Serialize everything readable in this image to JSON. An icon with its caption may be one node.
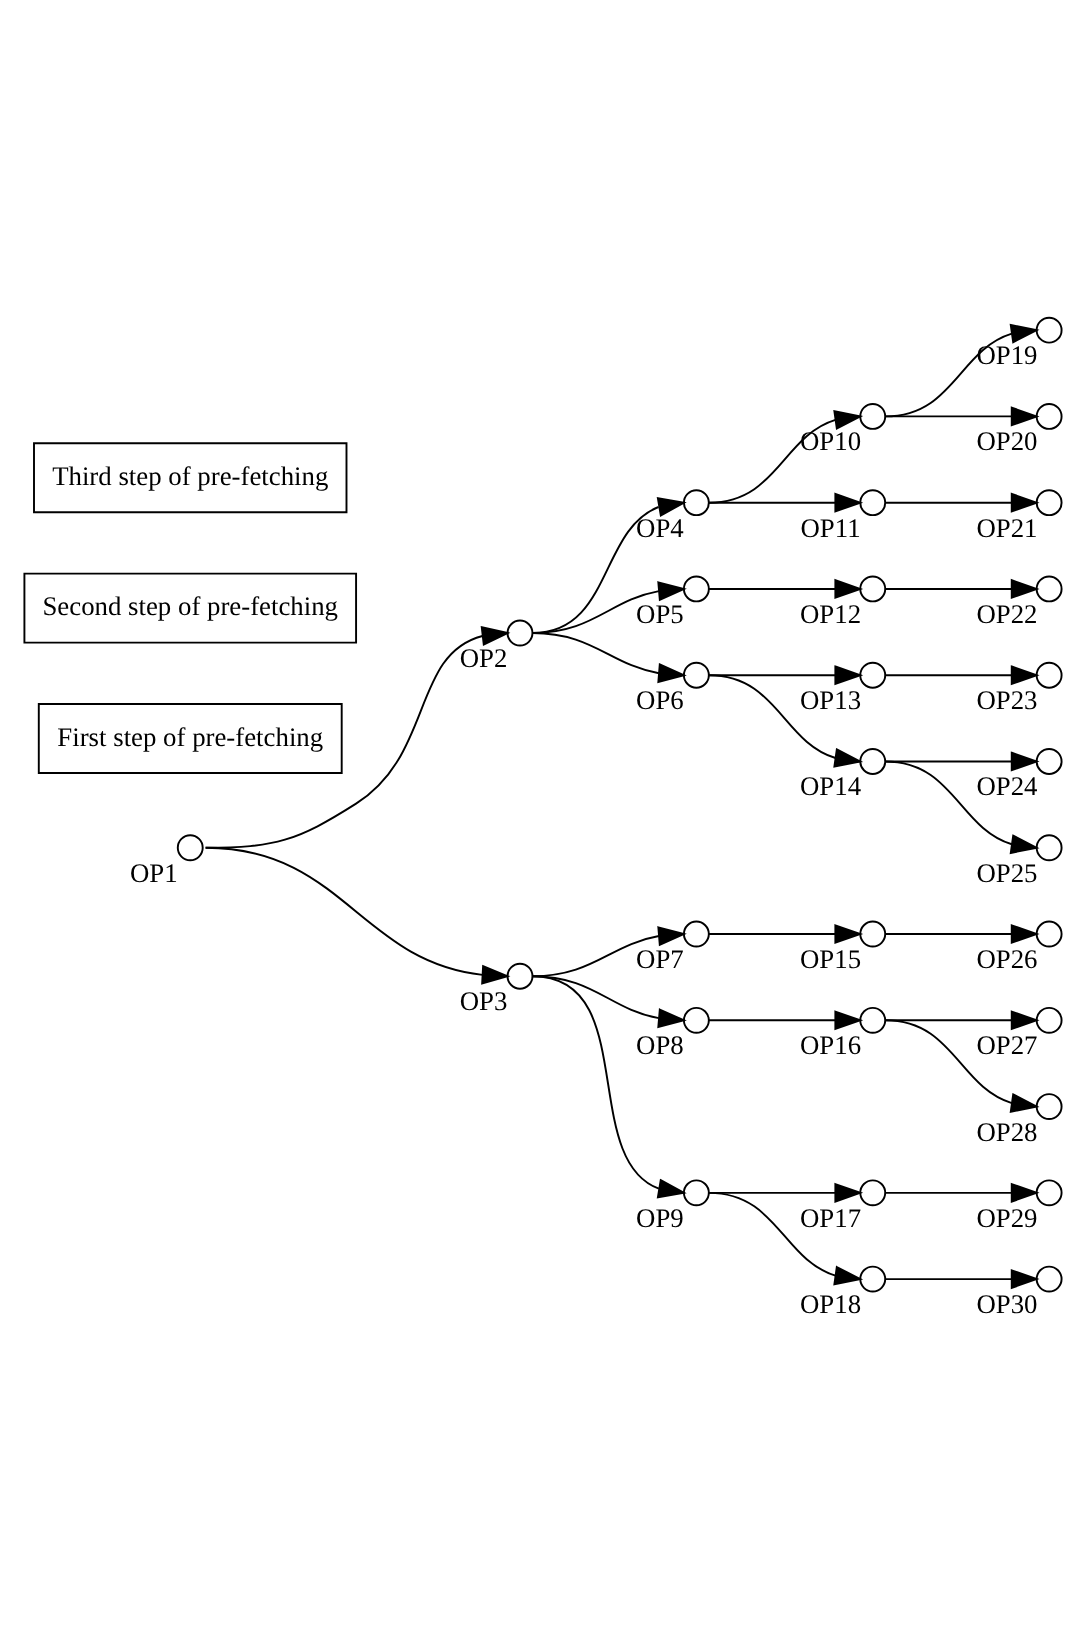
{
  "diagram": {
    "nodes": [
      {
        "text": [],
        "shape": "circle",
        "beside": [
          "OP1"
        ]
      },
      {
        "text": [],
        "shape": "circle",
        "beside": [
          "OP2"
        ]
      },
      {
        "text": [],
        "shape": "circle",
        "beside": [
          "OP3"
        ]
      },
      {
        "text": [],
        "shape": "circle",
        "beside": [
          "OP4"
        ]
      },
      {
        "text": [],
        "shape": "circle",
        "beside": [
          "OP5"
        ]
      },
      {
        "text": [],
        "shape": "circle",
        "beside": [
          "OP6"
        ]
      },
      {
        "text": [],
        "shape": "circle",
        "beside": [
          "OP7"
        ]
      },
      {
        "text": [],
        "shape": "circle",
        "beside": [
          "OP8"
        ]
      },
      {
        "text": [],
        "shape": "circle",
        "beside": [
          "OP9"
        ]
      },
      {
        "text": [],
        "shape": "circle",
        "beside": [
          "OP10"
        ]
      },
      {
        "text": [],
        "shape": "circle",
        "beside": [
          "OP11"
        ]
      },
      {
        "text": [],
        "shape": "circle",
        "beside": [
          "OP12"
        ]
      },
      {
        "text": [],
        "shape": "circle",
        "beside": [
          "OP13"
        ]
      },
      {
        "text": [],
        "shape": "circle",
        "beside": [
          "OP14"
        ]
      },
      {
        "text": [],
        "shape": "circle",
        "beside": [
          "OP15"
        ]
      },
      {
        "text": [],
        "shape": "circle",
        "beside": [
          "OP16"
        ]
      },
      {
        "text": [],
        "shape": "circle",
        "beside": [
          "OP17"
        ]
      },
      {
        "text": [],
        "shape": "circle",
        "beside": [
          "OP18"
        ]
      },
      {
        "text": [],
        "shape": "circle",
        "beside": [
          "OP19"
        ]
      },
      {
        "text": [],
        "shape": "circle",
        "beside": [
          "OP20"
        ]
      },
      {
        "text": [],
        "shape": "circle",
        "beside": [
          "OP21"
        ]
      },
      {
        "text": [],
        "shape": "circle",
        "beside": [
          "OP22"
        ]
      },
      {
        "text": [],
        "shape": "circle",
        "beside": [
          "OP23"
        ]
      },
      {
        "text": [],
        "shape": "circle",
        "beside": [
          "OP24"
        ]
      },
      {
        "text": [],
        "shape": "circle",
        "beside": [
          "OP25"
        ]
      },
      {
        "text": [],
        "shape": "circle",
        "beside": [
          "OP26"
        ]
      },
      {
        "text": [],
        "shape": "circle",
        "beside": [
          "OP27"
        ]
      },
      {
        "text": [],
        "shape": "circle",
        "beside": [
          "OP28"
        ]
      },
      {
        "text": [],
        "shape": "circle",
        "beside": [
          "OP29"
        ]
      },
      {
        "text": [],
        "shape": "circle",
        "beside": [
          "OP30"
        ]
      },
      {
        "text": [
          "First step of pre-fetching"
        ]
      },
      {
        "text": [
          "Second step of pre-fetching"
        ]
      },
      {
        "text": [
          "Third step of pre-fetching"
        ]
      }
    ],
    "edges": [
      {
        "from": 0,
        "to": 1,
        "arrow": "to"
      },
      {
        "from": 0,
        "to": 2,
        "arrow": "to"
      },
      {
        "from": 1,
        "to": 3,
        "arrow": "to"
      },
      {
        "from": 1,
        "to": 4,
        "arrow": "to"
      },
      {
        "from": 1,
        "to": 5,
        "arrow": "to"
      },
      {
        "from": 2,
        "to": 6,
        "arrow": "to"
      },
      {
        "from": 2,
        "to": 7,
        "arrow": "to"
      },
      {
        "from": 2,
        "to": 8,
        "arrow": "to"
      },
      {
        "from": 3,
        "to": 9,
        "arrow": "to"
      },
      {
        "from": 3,
        "to": 10,
        "arrow": "to"
      },
      {
        "from": 4,
        "to": 11,
        "arrow": "to"
      },
      {
        "from": 5,
        "to": 12,
        "arrow": "to"
      },
      {
        "from": 5,
        "to": 13,
        "arrow": "to"
      },
      {
        "from": 6,
        "to": 14,
        "arrow": "to"
      },
      {
        "from": 7,
        "to": 15,
        "arrow": "to"
      },
      {
        "from": 8,
        "to": 16,
        "arrow": "to"
      },
      {
        "from": 8,
        "to": 17,
        "arrow": "to"
      },
      {
        "from": 9,
        "to": 18,
        "arrow": "to"
      },
      {
        "from": 9,
        "to": 19,
        "arrow": "to"
      },
      {
        "from": 10,
        "to": 20,
        "arrow": "to"
      },
      {
        "from": 11,
        "to": 21,
        "arrow": "to"
      },
      {
        "from": 12,
        "to": 22,
        "arrow": "to"
      },
      {
        "from": 13,
        "to": 23,
        "arrow": "to"
      },
      {
        "from": 13,
        "to": 24,
        "arrow": "to"
      },
      {
        "from": 14,
        "to": 25,
        "arrow": "to"
      },
      {
        "from": 15,
        "to": 26,
        "arrow": "to"
      },
      {
        "from": 15,
        "to": 27,
        "arrow": "to"
      },
      {
        "from": 16,
        "to": 28,
        "arrow": "to"
      },
      {
        "from": 17,
        "to": 29,
        "arrow": "to"
      }
    ]
  }
}
